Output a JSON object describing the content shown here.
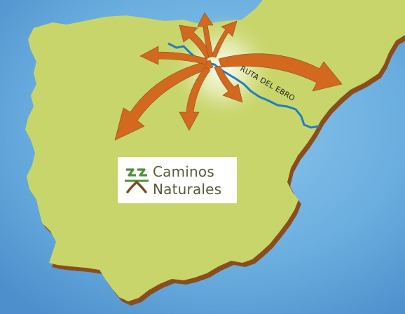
{
  "map": {
    "route_label": "RUTA DEL EBRO"
  },
  "logo": {
    "line1": "Caminos",
    "line2": "Naturales"
  },
  "colors": {
    "sea": "#5a9fd4",
    "land": "#c8d56a",
    "coast_shadow": "#8a4e1e",
    "river": "#1f7fc0",
    "arrows": "#d2691e",
    "logo_text": "#5a5a3a",
    "logo_green": "#4f8f3a",
    "logo_brown": "#7a4a22"
  },
  "icons": [
    "caminos-naturales-logo-icon",
    "arrow-icon"
  ]
}
